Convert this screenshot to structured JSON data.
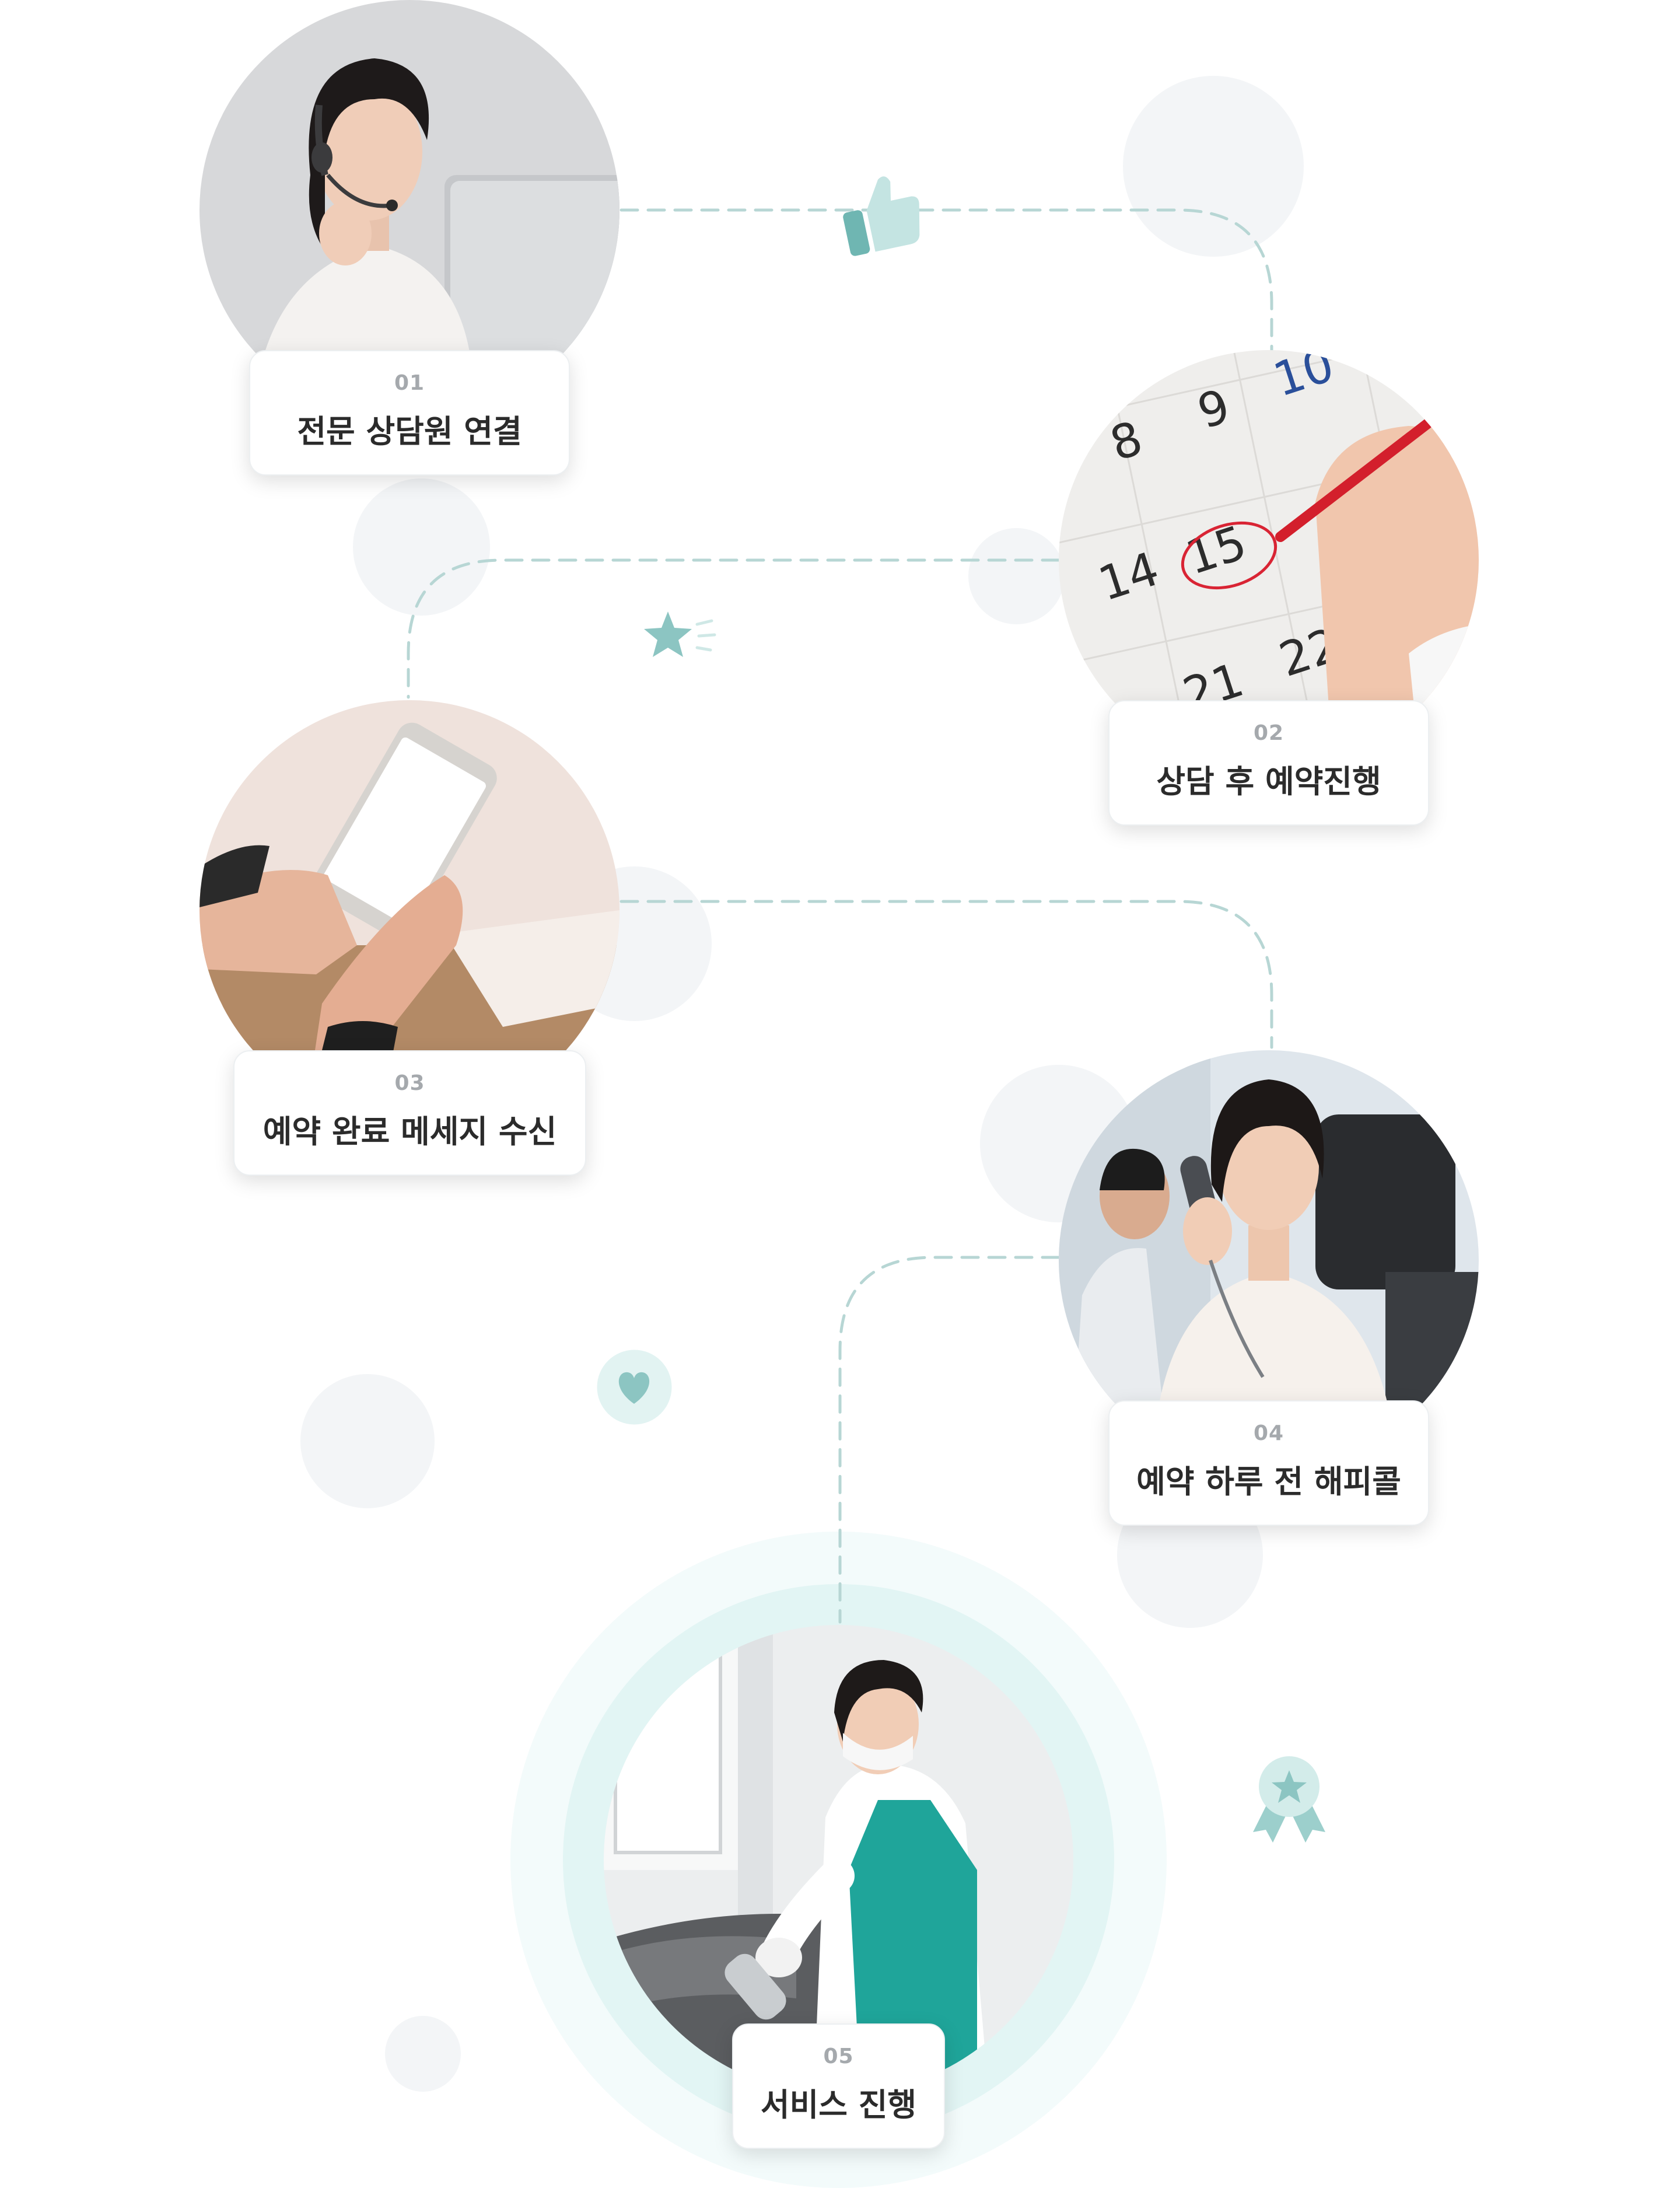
{
  "steps": [
    {
      "num": "01",
      "title": "전문 상담원 연결",
      "image": "consultant-with-headset-photo"
    },
    {
      "num": "02",
      "title": "상담 후 예약진행",
      "image": "calendar-marking-photo"
    },
    {
      "num": "03",
      "title": "예약 완료 메세지 수신",
      "image": "phone-message-photo"
    },
    {
      "num": "04",
      "title": "예약 하루 전 해피콜",
      "image": "happy-call-photo"
    },
    {
      "num": "05",
      "title": "서비스 진행",
      "image": "cleaning-service-photo"
    }
  ],
  "calendar_numbers": [
    "8",
    "9",
    "10",
    "14",
    "15",
    "21",
    "22"
  ],
  "decorations": [
    "thumbs-up-icon",
    "star-icon",
    "heart-icon",
    "award-ribbon-icon"
  ],
  "colors": {
    "accent": "#8cc5c2",
    "dashed_line": "#b7d6d4",
    "ring_outer": "#f3fbfb",
    "ring_inner": "#e2f5f4",
    "card_number": "#a5a9ad",
    "card_title": "#2b2b2b"
  }
}
